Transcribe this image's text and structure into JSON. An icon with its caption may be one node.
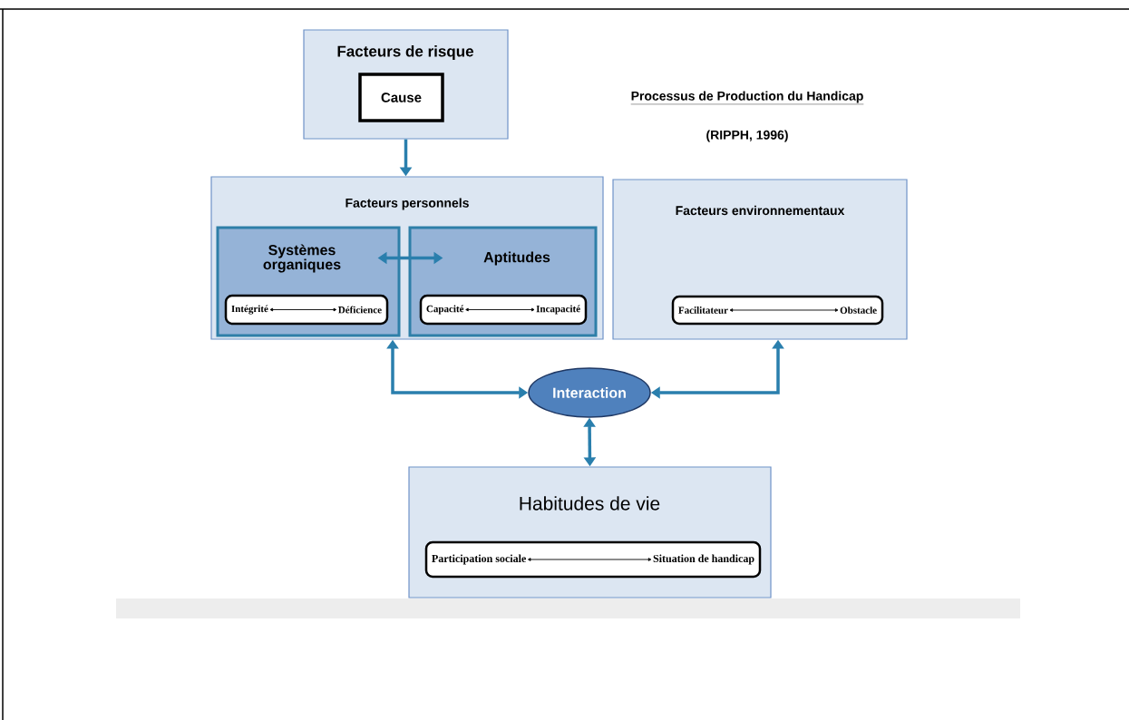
{
  "diagram": {
    "title": "Processus de Production du Handicap",
    "nodes": [
      {
        "text": [
          "Facteurs de risque"
        ]
      },
      {
        "text": [
          "Cause"
        ],
        "in": 0
      },
      {
        "text": [
          "Facteurs personnels"
        ]
      },
      {
        "text": [
          "Systèmes organiques"
        ],
        "in": 2
      },
      {
        "text": [],
        "shape": "box",
        "in": 3
      },
      {
        "text": [
          "Intégrité"
        ],
        "in": 4
      },
      {
        "text": [
          "Déficience"
        ],
        "in": 4
      },
      {
        "text": [
          "Aptitudes"
        ],
        "in": 2
      },
      {
        "text": [],
        "shape": "box",
        "in": 7
      },
      {
        "text": [
          "Capacité"
        ],
        "in": 8
      },
      {
        "text": [
          "Incapacité"
        ],
        "in": 8
      },
      {
        "text": [
          "Facteurs environnementaux"
        ]
      },
      {
        "text": [],
        "shape": "box",
        "in": 11
      },
      {
        "text": [
          "Facilitateur"
        ],
        "in": 12
      },
      {
        "text": [
          "Obstacle"
        ],
        "in": 12
      },
      {
        "text": [
          "Interaction"
        ]
      },
      {
        "text": [
          "Habitudes de vie"
        ]
      },
      {
        "text": [],
        "shape": "box",
        "in": 16
      },
      {
        "text": [
          "Participation sociale"
        ],
        "in": 17
      },
      {
        "text": [
          "Situation de handicap"
        ],
        "in": 17
      }
    ],
    "edges": [
      {
        "from": 0,
        "to": 2,
        "arrow": "to"
      },
      {
        "from": 3,
        "to": 7,
        "arrow": "both"
      },
      {
        "from": 2,
        "to": 15,
        "arrow": "both"
      },
      {
        "from": 11,
        "to": 15,
        "arrow": "both"
      },
      {
        "from": 15,
        "to": 16,
        "arrow": "both"
      },
      {
        "from": 5,
        "to": 6,
        "arrow": "both",
        "color": "#000000"
      },
      {
        "from": 9,
        "to": 10,
        "arrow": "both",
        "color": "#000000"
      },
      {
        "from": 13,
        "to": 14,
        "arrow": "both",
        "color": "#000000"
      },
      {
        "from": 18,
        "to": 19,
        "arrow": "both",
        "color": "#000000"
      }
    ],
    "labels": [
      "(RIPPH, 1996)"
    ]
  }
}
